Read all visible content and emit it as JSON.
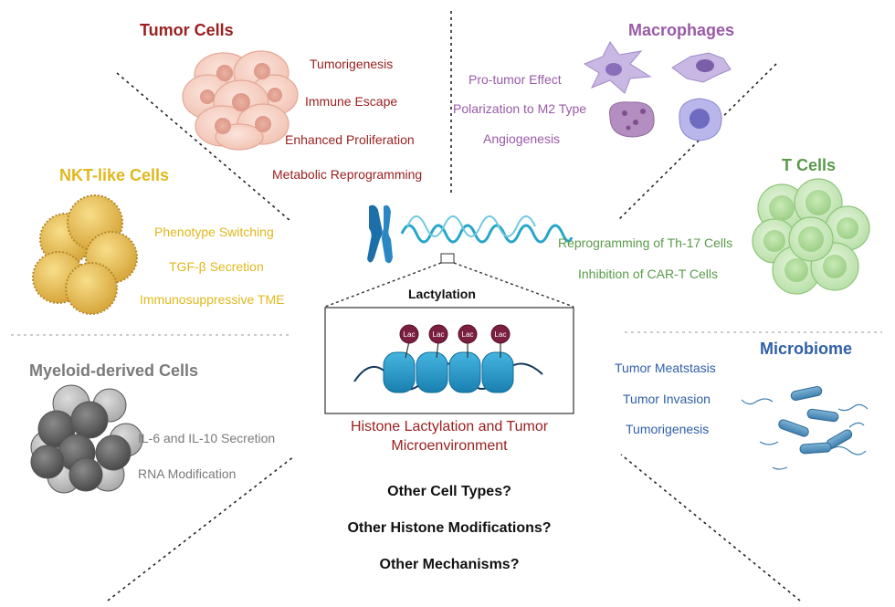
{
  "colors": {
    "tumor": "#9b2020",
    "macrophage": "#9a5aa8",
    "nkt": "#e0b81c",
    "tcell": "#5a9a4a",
    "myeloid": "#7a7a7a",
    "microbiome": "#2f5fa8",
    "center_caption": "#9b2020"
  },
  "tumor": {
    "title": "Tumor Cells",
    "items": [
      "Tumorigenesis",
      "Immune Escape",
      "Enhanced Proliferation",
      "Metabolic Reprogramming"
    ]
  },
  "macrophages": {
    "title": "Macrophages",
    "items": [
      "Pro-tumor Effect",
      "Polarization to M2 Type",
      "Angiogenesis"
    ]
  },
  "nkt": {
    "title": "NKT-like Cells",
    "items": [
      "Phenotype Switching",
      "TGF-β Secretion",
      "Immunosuppressive TME"
    ]
  },
  "tcells": {
    "title": "T Cells",
    "items": [
      "Reprogramming of Th-17 Cells",
      "Inhibition of CAR-T Cells"
    ]
  },
  "myeloid": {
    "title": "Myeloid-derived Cells",
    "items": [
      "IL-6 and IL-10 Secretion",
      "RNA Modification"
    ]
  },
  "microbiome": {
    "title": "Microbiome",
    "items": [
      "Tumor Meatstasis",
      "Tumor Invasion",
      "Tumorigenesis"
    ]
  },
  "center": {
    "label": "Lactylation",
    "lac_marks": [
      "Lac",
      "Lac",
      "Lac",
      "Lac"
    ],
    "caption_line1": "Histone Lactylation and Tumor",
    "caption_line2": "Microenvironment"
  },
  "questions": [
    "Other Cell Types?",
    "Other Histone Modifications?",
    "Other Mechanisms?"
  ],
  "icons": [
    "tumor-cell-cluster-icon",
    "macrophage-icon",
    "nkt-cell-icon",
    "t-cell-cluster-icon",
    "myeloid-cell-cluster-icon",
    "bacteria-icon",
    "chromosome-icon",
    "chromatin-fiber-icon",
    "nucleosome-icon"
  ]
}
